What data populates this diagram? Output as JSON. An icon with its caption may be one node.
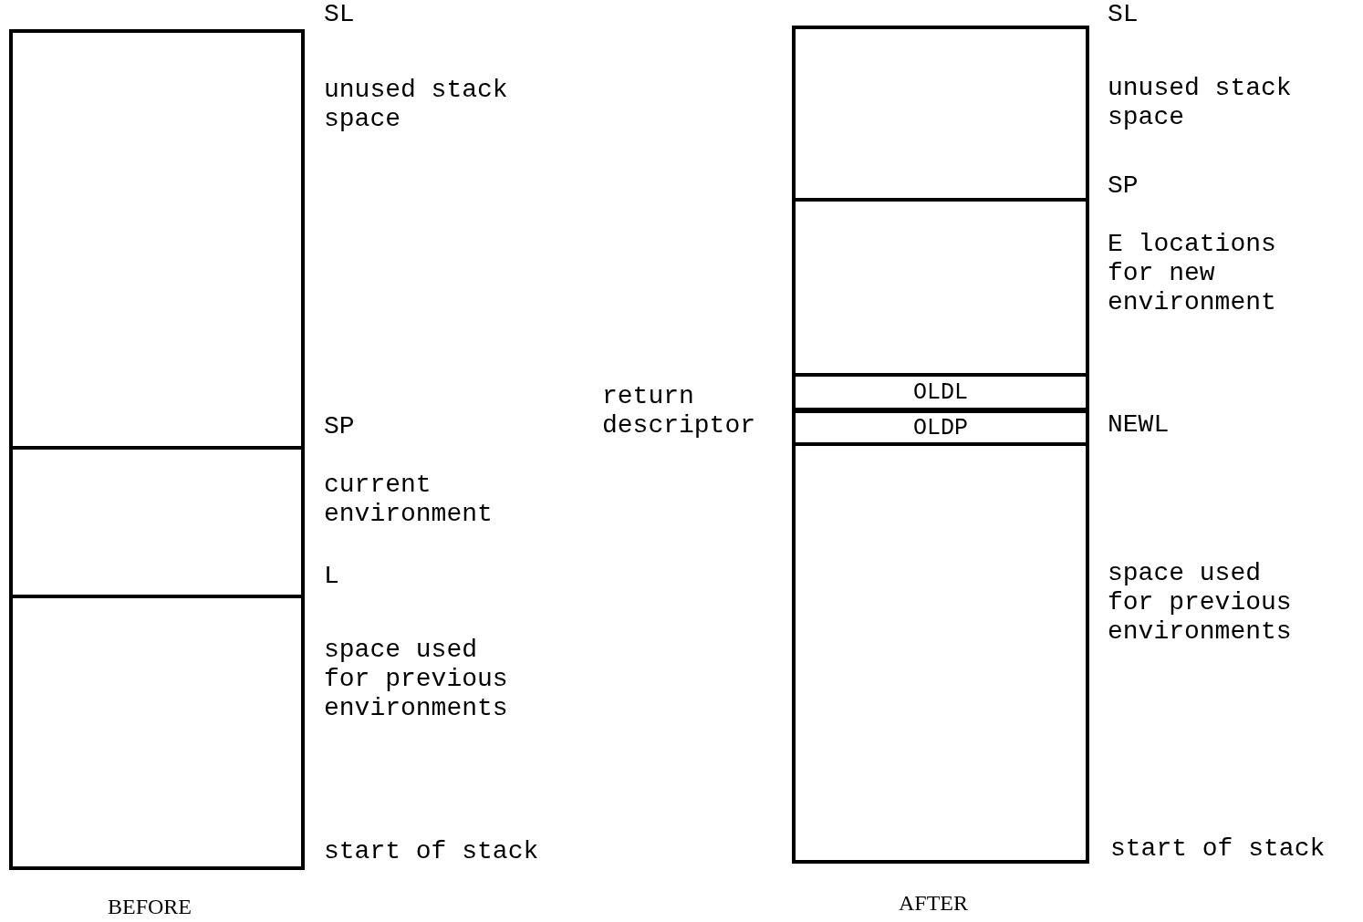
{
  "diagram": {
    "nodes": [
      {
        "text": [],
        "shape": "box",
        "beside": [
          "unused stack space"
        ]
      },
      {
        "text": [],
        "shape": "box",
        "beside": [
          "current environment"
        ]
      },
      {
        "text": [],
        "shape": "box",
        "beside": [
          "space used for previous environments",
          "start of stack"
        ]
      },
      {
        "text": [],
        "shape": "box",
        "beside": [
          "unused stack space"
        ]
      },
      {
        "text": [],
        "shape": "box",
        "beside": [
          "E locations for new environment"
        ]
      },
      {
        "text": [
          "OLDL"
        ]
      },
      {
        "text": [
          "OLDP"
        ]
      },
      {
        "text": [],
        "shape": "box",
        "beside": [
          "space used for previous environments",
          "start of stack"
        ]
      }
    ],
    "edges": [],
    "labels": [
      "SL",
      "SP",
      "L",
      "BEFORE",
      "SL",
      "SP",
      "return descriptor",
      "NEWL",
      "AFTER"
    ]
  }
}
